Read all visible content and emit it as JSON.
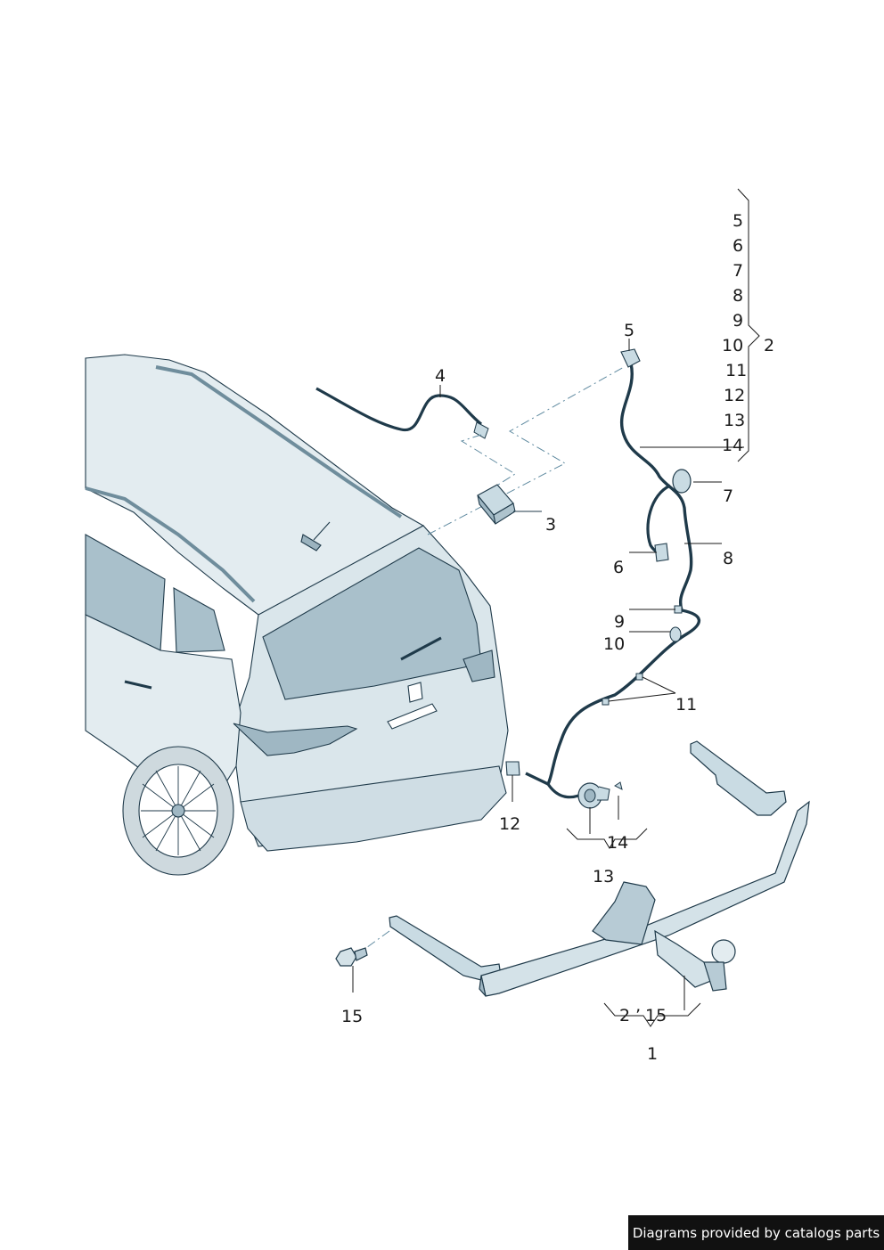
{
  "callouts": {
    "c1": "1",
    "c2": "2",
    "c3": "3",
    "c4": "4",
    "c5_top": "5",
    "c6": "6",
    "c7": "7",
    "c8": "8",
    "c9": "9",
    "c10": "10",
    "c11": "11",
    "c12": "12",
    "c13": "13",
    "c14": "14",
    "c15": "15",
    "c2b": "2",
    "c15b": "15"
  },
  "legend": [
    "5",
    "6",
    "7",
    "8",
    "9",
    "10",
    "11",
    "12",
    "13",
    "14"
  ],
  "footer": {
    "credit": "Diagrams provided by catalogs parts"
  },
  "colors": {
    "line": "#1f3a4a",
    "body_fill": "#dde8ed",
    "glass_fill": "#b8ccd6",
    "part_fill": "#c9dbe3",
    "credit_bg": "#111111"
  }
}
